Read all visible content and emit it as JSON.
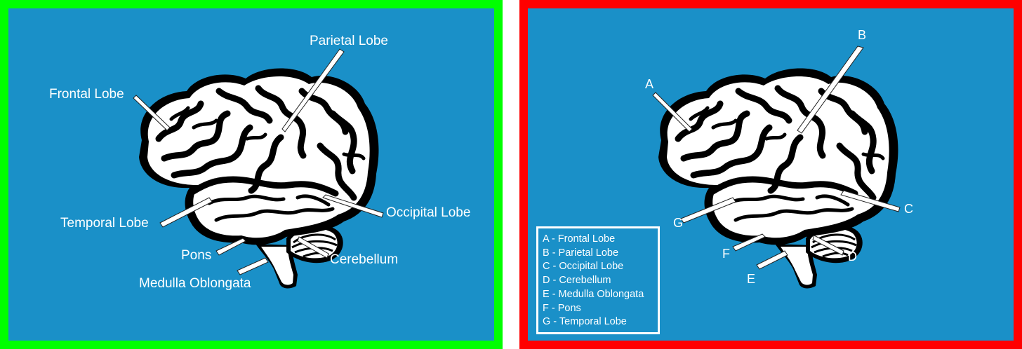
{
  "left_panel": {
    "border_color": "#00ff00",
    "labels": {
      "parietal": "Parietal Lobe",
      "frontal": "Frontal Lobe",
      "occipital": "Occipital Lobe",
      "temporal": "Temporal Lobe",
      "pons": "Pons",
      "cerebellum": "Cerebellum",
      "medulla": "Medulla Oblongata"
    }
  },
  "right_panel": {
    "border_color": "#ff0000",
    "letters": {
      "a": "A",
      "b": "B",
      "c": "C",
      "d": "D",
      "e": "E",
      "f": "F",
      "g": "G"
    },
    "key": [
      "A - Frontal Lobe",
      "B - Parietal Lobe",
      "C - Occipital Lobe",
      "D - Cerebellum",
      "E - Medulla Oblongata",
      "F - Pons",
      "G - Temporal Lobe"
    ]
  },
  "colors": {
    "background": "#1a90c8",
    "brain": "#ffffff",
    "outline": "#000000",
    "text": "#ffffff"
  }
}
